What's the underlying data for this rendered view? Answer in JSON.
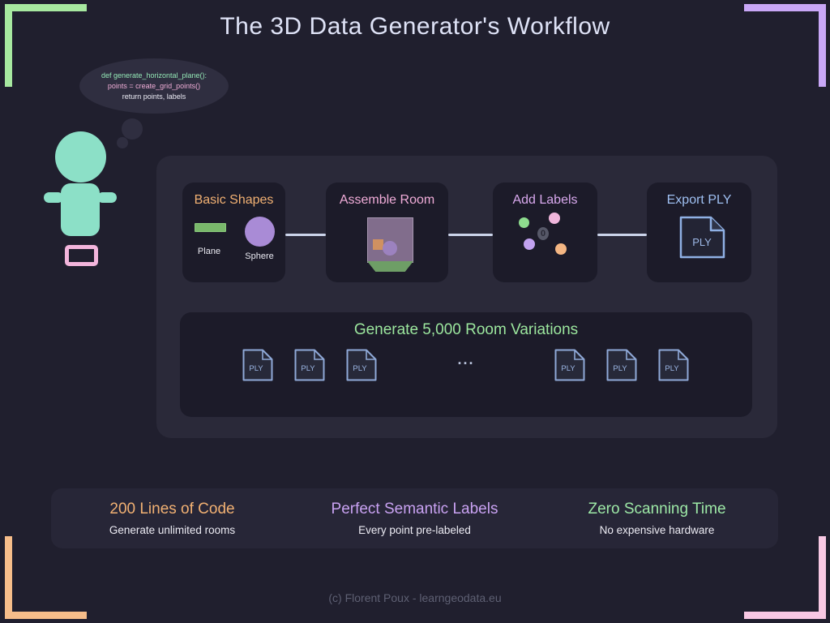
{
  "title": "The 3D Data Generator's Workflow",
  "thought_bubble": {
    "lines": [
      {
        "text": "def generate_horizontal_plane():",
        "color": "#93e6b5"
      },
      {
        "text": "points = create_grid_points()",
        "color": "#efadd6"
      },
      {
        "text": "return points, labels",
        "color": "#e9e9f2"
      }
    ]
  },
  "workflow": {
    "steps": [
      {
        "label": "Basic Shapes",
        "color": "#f2b173",
        "items": [
          "Plane",
          "Sphere"
        ]
      },
      {
        "label": "Assemble Room",
        "color": "#f0acd8"
      },
      {
        "label": "Add Labels",
        "color": "#d9a9ee",
        "badge": "0"
      },
      {
        "label": "Export PLY",
        "color": "#9fc0f2",
        "file_label": "PLY"
      }
    ]
  },
  "generate": {
    "title": "Generate 5,000 Room Variations",
    "ply_label": "PLY",
    "ellipsis": "..."
  },
  "stats": [
    {
      "title": "200 Lines of Code",
      "subtitle": "Generate unlimited rooms",
      "color": "#f2b173"
    },
    {
      "title": "Perfect Semantic Labels",
      "subtitle": "Every point pre-labeled",
      "color": "#c9a2f2"
    },
    {
      "title": "Zero Scanning Time",
      "subtitle": "No expensive hardware",
      "color": "#9de8a6"
    }
  ],
  "footer": "(c) Florent Poux - learngeodata.eu",
  "colors": {
    "background": "#201f2e",
    "panel": "#2a2939",
    "card": "#1c1b29",
    "bracket_top_left": "#a7e8a0",
    "bracket_top_right": "#c9a7f7",
    "bracket_bottom_left": "#f6bd8a",
    "bracket_bottom_right": "#f8c8e4",
    "person": "#8ce0c7",
    "laptop_outline": "#f3b5dc",
    "connector": "#ccd4ea",
    "ply_outline": "#8fb0e4"
  }
}
